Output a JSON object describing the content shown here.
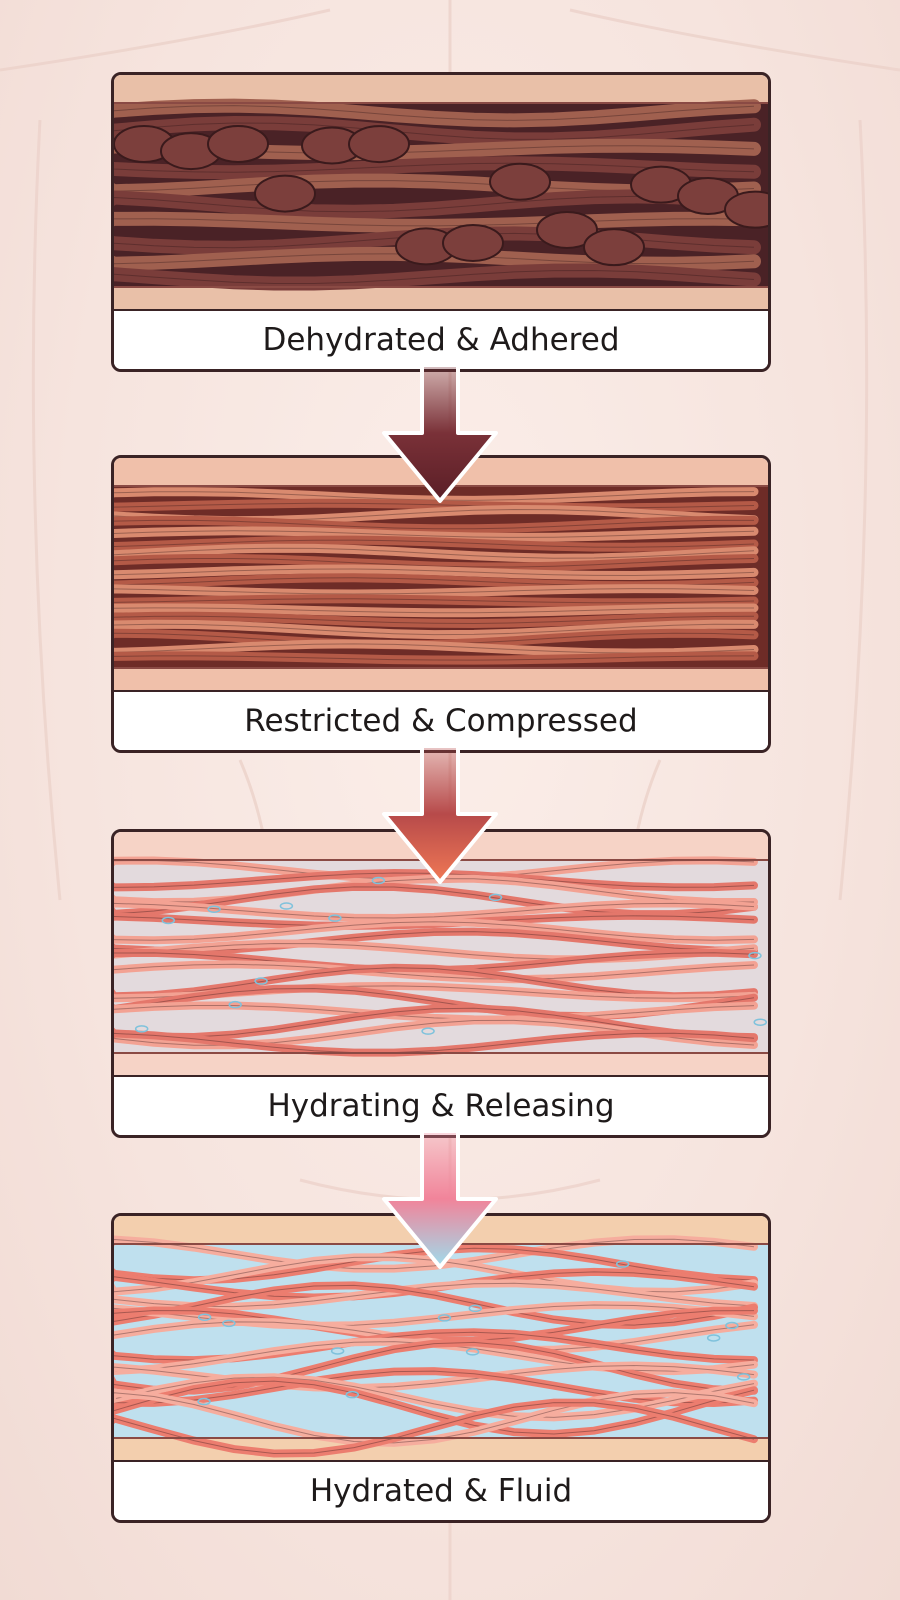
{
  "stages": [
    {
      "label": "Dehydrated & Adhered",
      "colors": {
        "bg": "#4a2226",
        "fiber": "#7a3d3a",
        "light": "#a0604f",
        "sheath": "#e9c0a8"
      }
    },
    {
      "label": "Restricted & Compressed",
      "colors": {
        "bg": "#6e2c27",
        "fiber": "#b45a47",
        "light": "#d98a6f",
        "sheath": "#f0c0aa"
      }
    },
    {
      "label": "Hydrating & Releasing",
      "colors": {
        "bg": "#e3dadd",
        "fiber": "#e4776b",
        "light": "#f3a293",
        "sheath": "#f6d3c6"
      }
    },
    {
      "label": "Hydrated & Fluid",
      "colors": {
        "bg": "#bfe0ee",
        "fiber": "#ec7d6f",
        "light": "#f6ad9e",
        "sheath": "#f3cfae"
      }
    }
  ],
  "arrows": [
    {
      "top": "#7a3138",
      "bottom": "#5a1e26"
    },
    {
      "top": "#b74a4a",
      "bottom": "#f07855"
    },
    {
      "top": "#f1849a",
      "bottom": "#9fdcec"
    }
  ]
}
